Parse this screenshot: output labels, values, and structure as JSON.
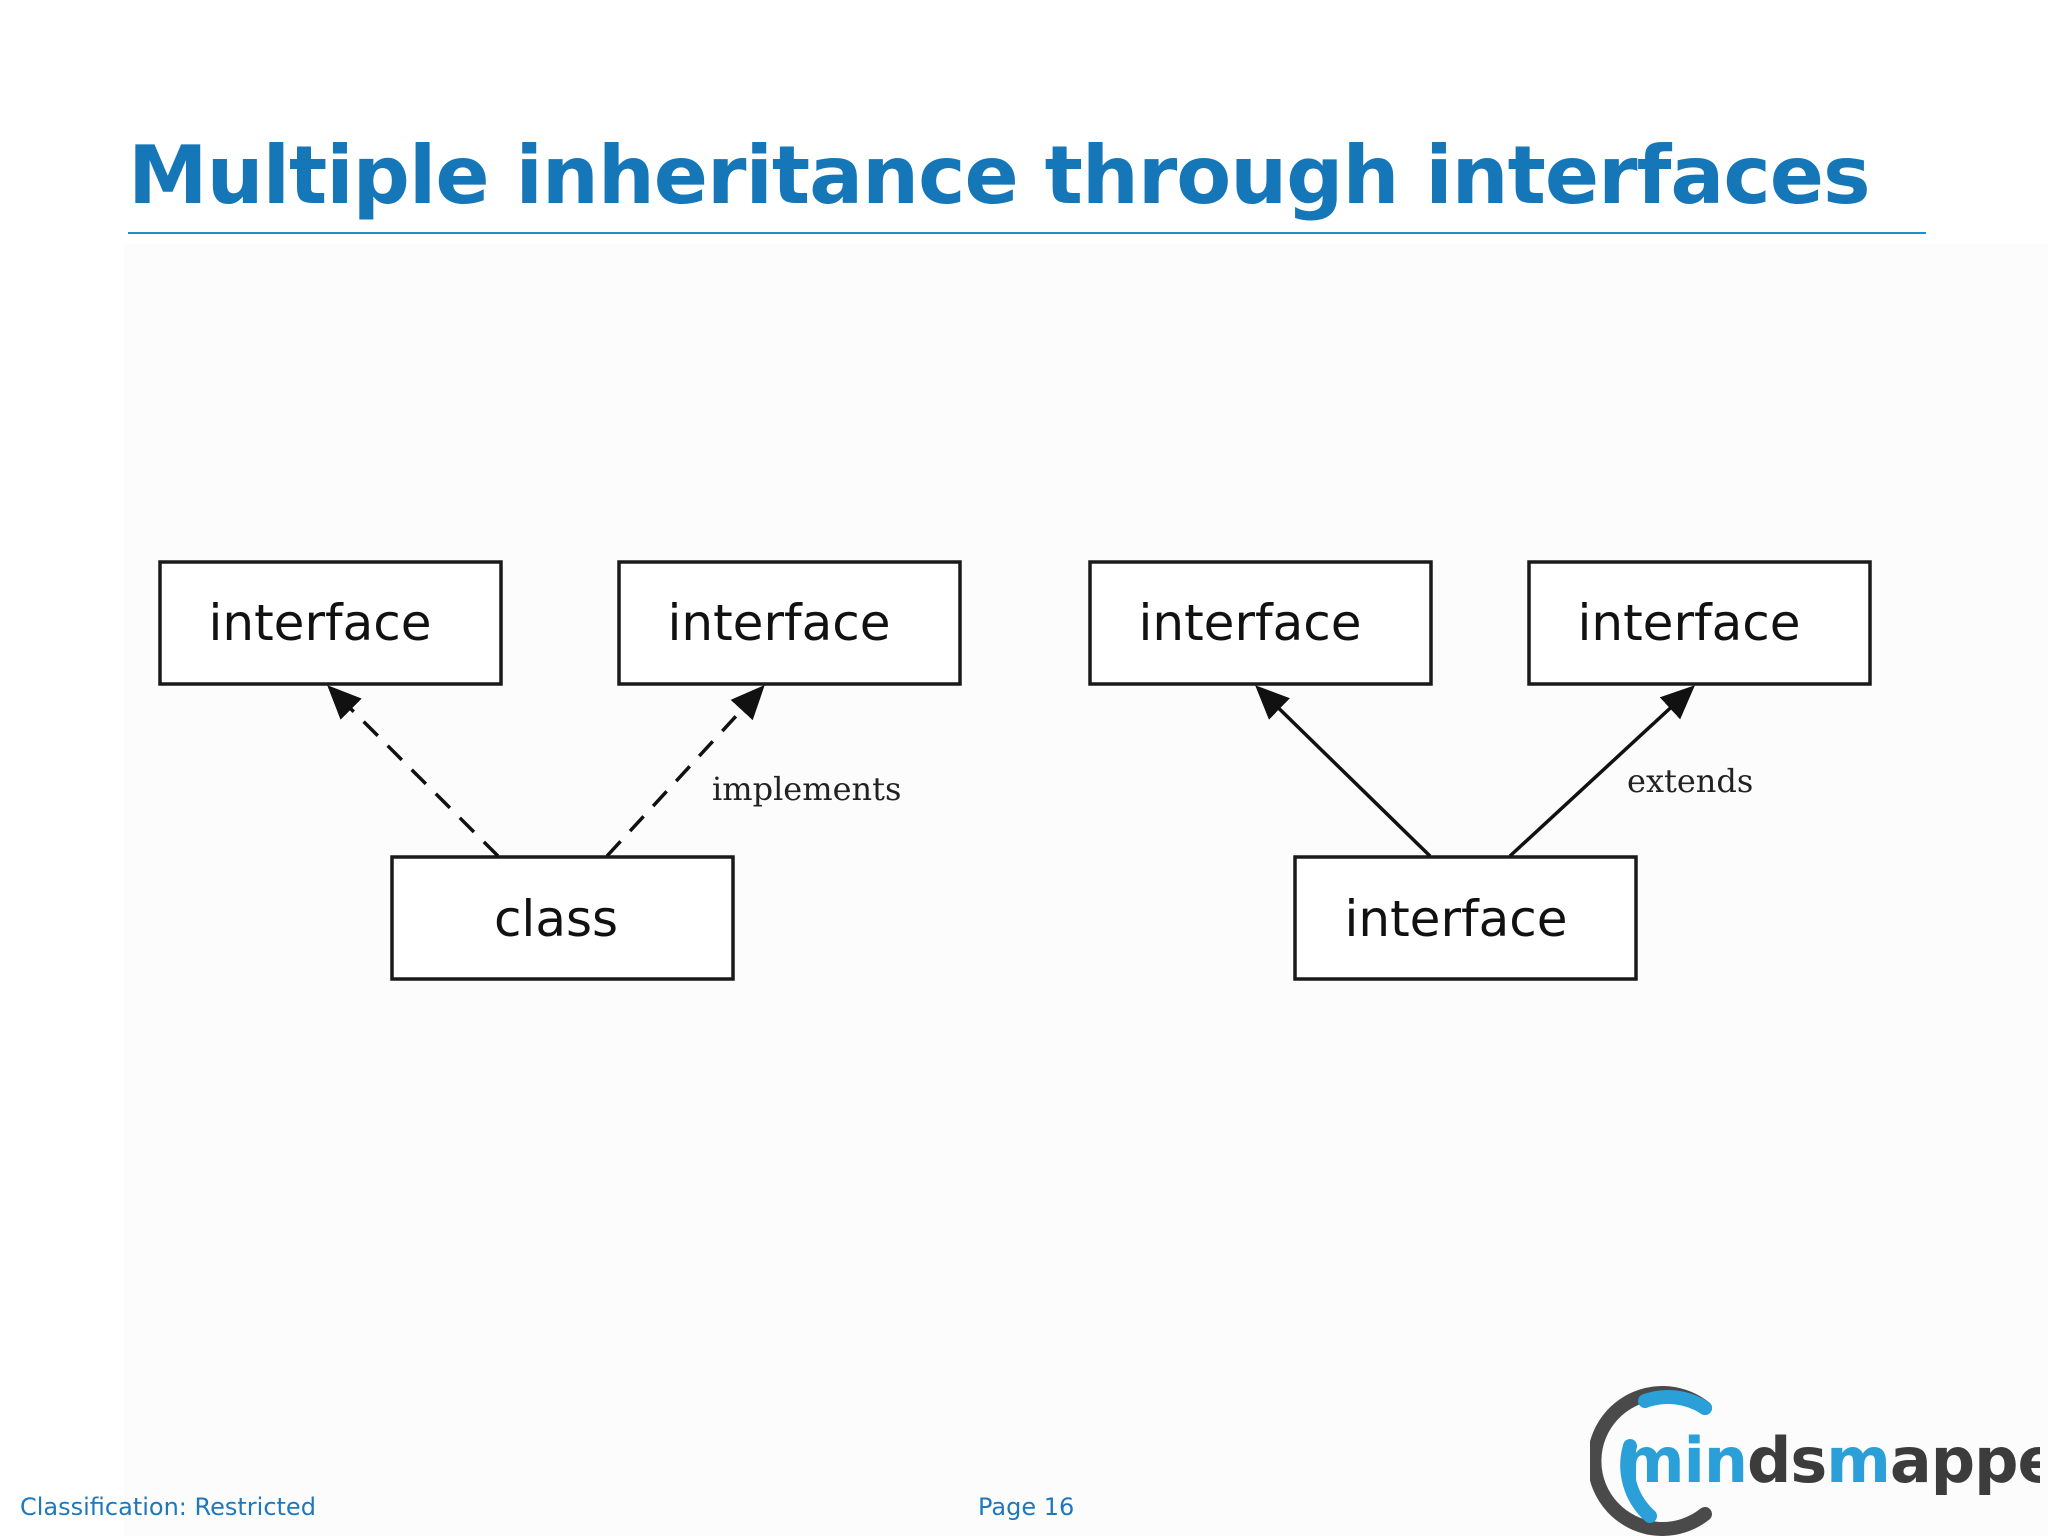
{
  "slide": {
    "title": "Multiple inheritance through interfaces",
    "footer": {
      "classification": "Classification: Restricted",
      "page": "Page 16"
    }
  },
  "diagram": {
    "left": {
      "parents": [
        "interface",
        "interface"
      ],
      "child": "class",
      "relation": "implements",
      "line_style": "dashed"
    },
    "right": {
      "parents": [
        "interface",
        "interface"
      ],
      "child": "interface",
      "relation": "extends",
      "line_style": "solid"
    }
  },
  "logo": {
    "text_a": "min",
    "text_b": "ds",
    "text_c": "m",
    "text_d": "apped",
    "colors": {
      "blue": "#2a9fd8",
      "dark": "#3c3c3c",
      "ring_grey": "#4a4a4a"
    }
  }
}
